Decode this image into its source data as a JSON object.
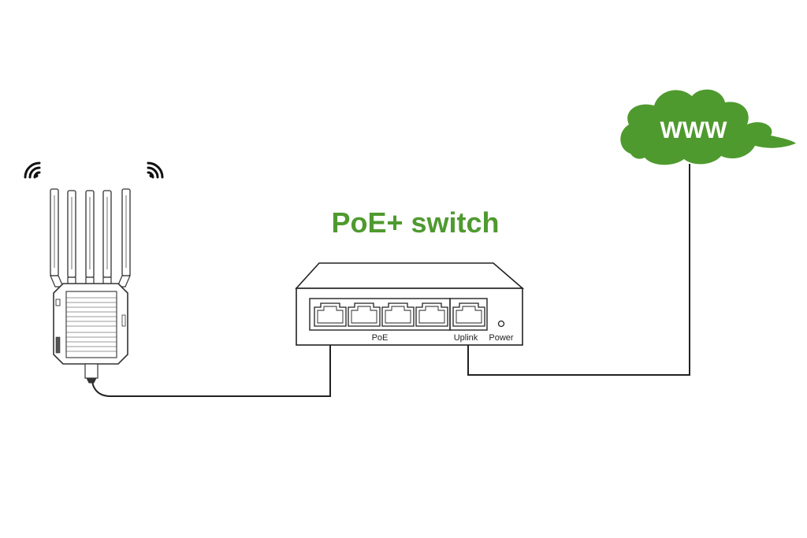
{
  "diagram": {
    "title": "PoE+ switch",
    "cloud_label": "WWW",
    "switch_labels": {
      "poe": "PoE",
      "uplink": "Uplink",
      "power": "Power"
    },
    "colors": {
      "accent": "#4f9a2f",
      "cloud": "#4f9a2f",
      "line": "#222222"
    },
    "icons": [
      "router-icon",
      "wifi-signal-icon",
      "switch-icon",
      "cloud-icon",
      "rj45-port-icon"
    ],
    "connections": [
      {
        "from": "router",
        "to": "switch-poe-port-1"
      },
      {
        "from": "switch-uplink-port",
        "to": "www-cloud"
      }
    ]
  }
}
